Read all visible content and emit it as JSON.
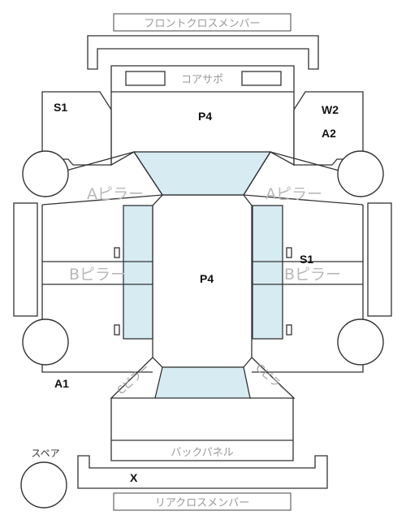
{
  "parts": {
    "front_cross_member": "フロントクロスメンバー",
    "core_support": "コアサポ",
    "a_pillar": "Aピラー",
    "b_pillar": "Bピラー",
    "c_pillar": "Cピラー",
    "back_panel": "バックパネル",
    "rear_cross_member": "リアクロスメンバー",
    "spare": "スペア"
  },
  "marks": {
    "front_left": "S1",
    "front_right_1": "W2",
    "front_right_2": "A2",
    "hood": "P4",
    "roof": "P4",
    "right_side": "S1",
    "rear_left": "A1",
    "rear_floor": "X"
  },
  "colors": {
    "glass": "#d6ebf2",
    "line": "#333333",
    "label": "#9a9a9a"
  }
}
